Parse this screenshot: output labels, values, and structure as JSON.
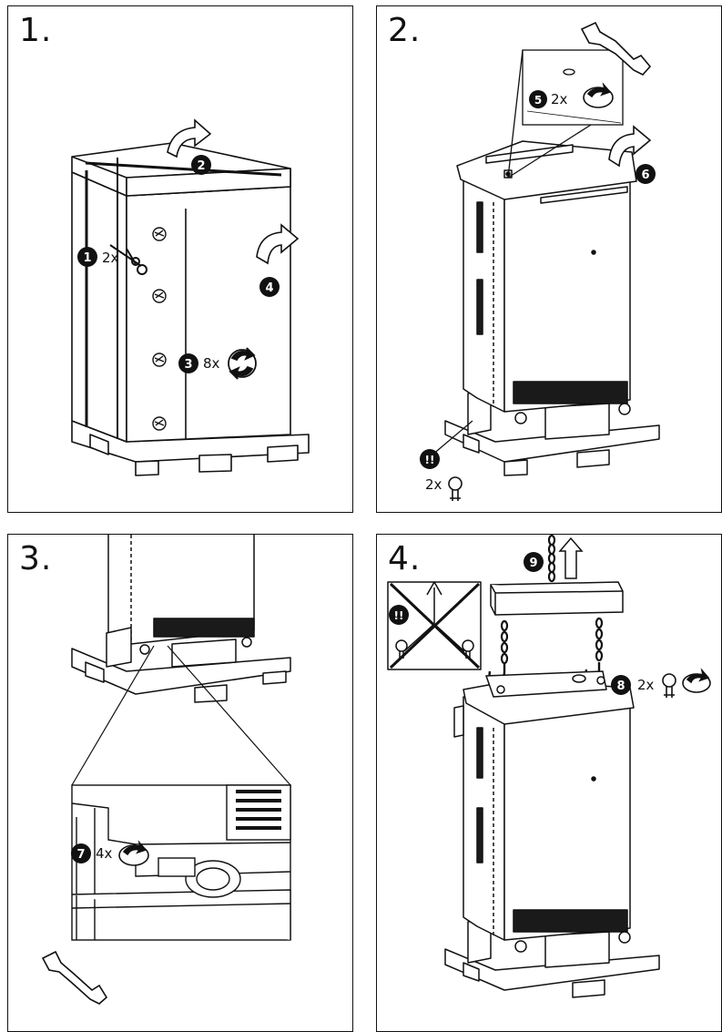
{
  "steps": [
    {
      "number": "1."
    },
    {
      "number": "2."
    },
    {
      "number": "3."
    },
    {
      "number": "4."
    }
  ],
  "callouts": {
    "c1": "1",
    "c2": "2",
    "c3": "3",
    "c4": "4",
    "c5": "5",
    "c6": "6",
    "c7": "7",
    "c8": "8",
    "c9": "9",
    "warn2": "!!",
    "warn4": "!!"
  },
  "quantities": {
    "cut_straps": "2x",
    "box_screws": "8x",
    "top_nuts": "2x",
    "eye_bolts_stored": "2x",
    "pallet_screws": "4x",
    "eye_bolts_mount": "2x"
  },
  "icons": [
    "scissors-icon",
    "rotate-icon",
    "wrench-icon",
    "eye-bolt-icon",
    "warning-icon",
    "lift-arrow-icon",
    "lifting-chain-icon",
    "hook-icon"
  ],
  "colors": {
    "ink": "#111111",
    "paper": "#ffffff",
    "grille": "#1a1a1a"
  }
}
